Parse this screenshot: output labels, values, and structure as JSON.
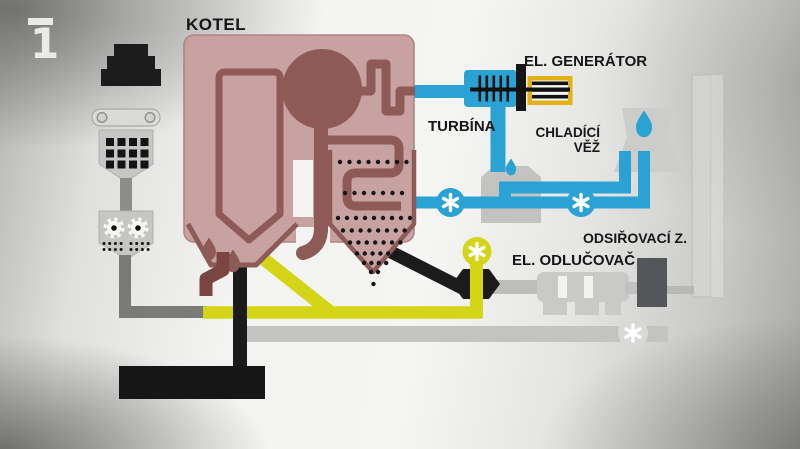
{
  "channel_bug": {
    "text": "1"
  },
  "labels": {
    "boiler": "KOTEL",
    "turbine": "TURBÍNA",
    "generator": "EL. GENERÁTOR",
    "cooling_tower_1": "CHLADÍCÍ",
    "cooling_tower_2": "VĚŽ",
    "desulfurization": "ODSIŘOVACÍ Z.",
    "precipitator": "EL. ODLUČOVAČ"
  },
  "icons": {
    "pump": "asterisk-in-circle",
    "fan": "asterisk-in-circle",
    "water_drop": "teardrop",
    "flame": "teardrop-flame",
    "mill_gear": "cog-wheel"
  },
  "colors": {
    "boiler_fill": "#c8a2a1",
    "boiler_pipe": "#8d5a58",
    "water_steam_blue": "#2aa3d4",
    "ash_pipe_yellow": "#d3d516",
    "generator_gold": "#e2b118",
    "coal_black": "#1b1b1b",
    "equipment_gray": "#c9c9c7",
    "dark_unit_gray": "#54575a",
    "label_text": "#161616",
    "logo_white": "#f2f2f0"
  }
}
